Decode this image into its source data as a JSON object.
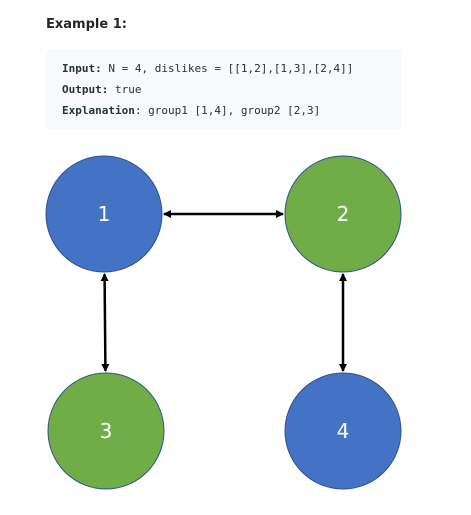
{
  "heading": "Example 1:",
  "code": {
    "lines": [
      {
        "key": "Input:",
        "value": " N = 4, dislikes = [[1,2],[1,3],[2,4]]"
      },
      {
        "key": "Output:",
        "value": " true"
      },
      {
        "key": "Explanation",
        "value": ": group1 [1,4], group2 [2,3]"
      }
    ]
  },
  "graph": {
    "colors": {
      "blue": "#4472c4",
      "green": "#70ad47",
      "edge": "#000000"
    },
    "nodes": [
      {
        "id": "1",
        "label": "1",
        "color": "blue"
      },
      {
        "id": "2",
        "label": "2",
        "color": "green"
      },
      {
        "id": "3",
        "label": "3",
        "color": "green"
      },
      {
        "id": "4",
        "label": "4",
        "color": "blue"
      }
    ],
    "edges": [
      {
        "from": "1",
        "to": "2",
        "directed": "both"
      },
      {
        "from": "1",
        "to": "3",
        "directed": "both"
      },
      {
        "from": "2",
        "to": "4",
        "directed": "both"
      }
    ]
  }
}
